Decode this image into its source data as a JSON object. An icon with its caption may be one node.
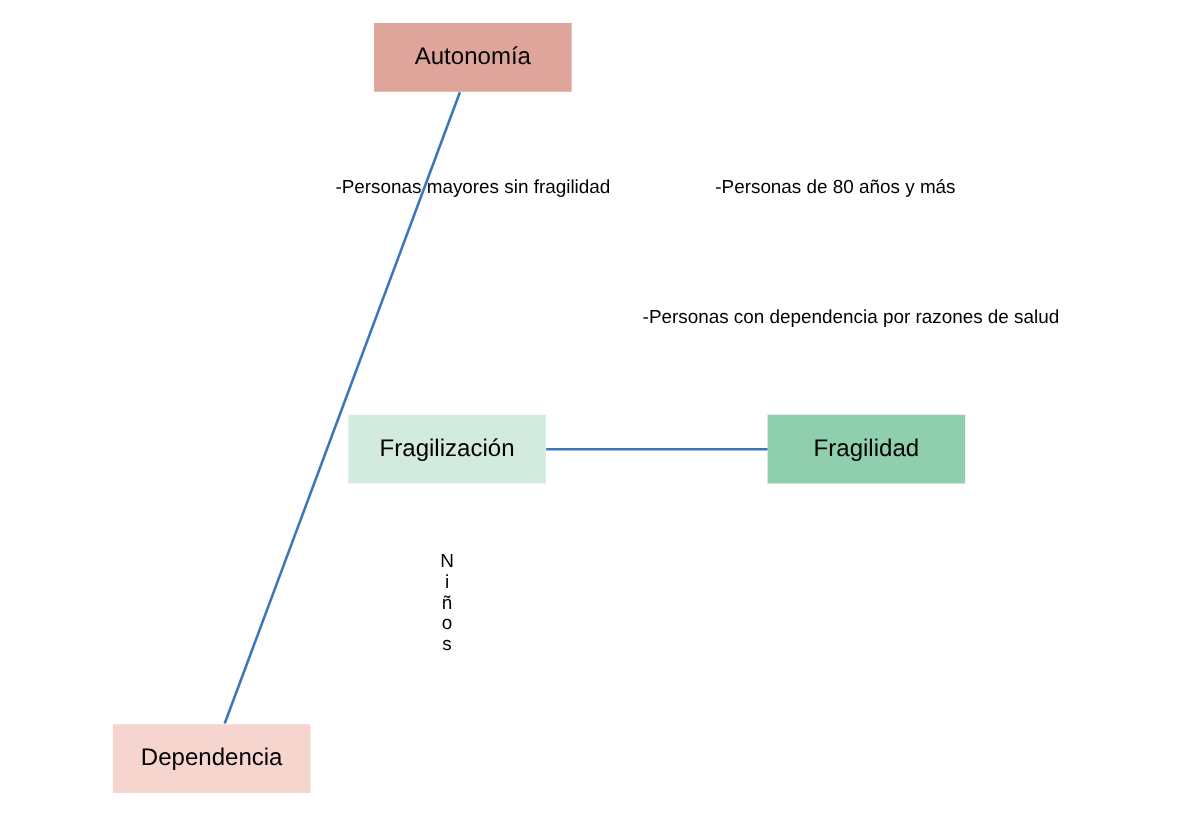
{
  "diagram": {
    "nodes": [
      {
        "text": [
          "Autonomía"
        ]
      },
      {
        "text": [
          "Fragilización"
        ]
      },
      {
        "text": [
          "Fragilidad"
        ]
      },
      {
        "text": [
          "Dependencia"
        ]
      }
    ],
    "edges": [
      {
        "from": 0,
        "to": 3,
        "arrow": "none"
      },
      {
        "from": 1,
        "to": 2,
        "arrow": "none"
      }
    ],
    "labels": [
      "-Personas mayores sin fragilidad",
      "-Personas de 80 años y más",
      "-Personas con dependencia por razones de salud",
      "Niños"
    ]
  }
}
